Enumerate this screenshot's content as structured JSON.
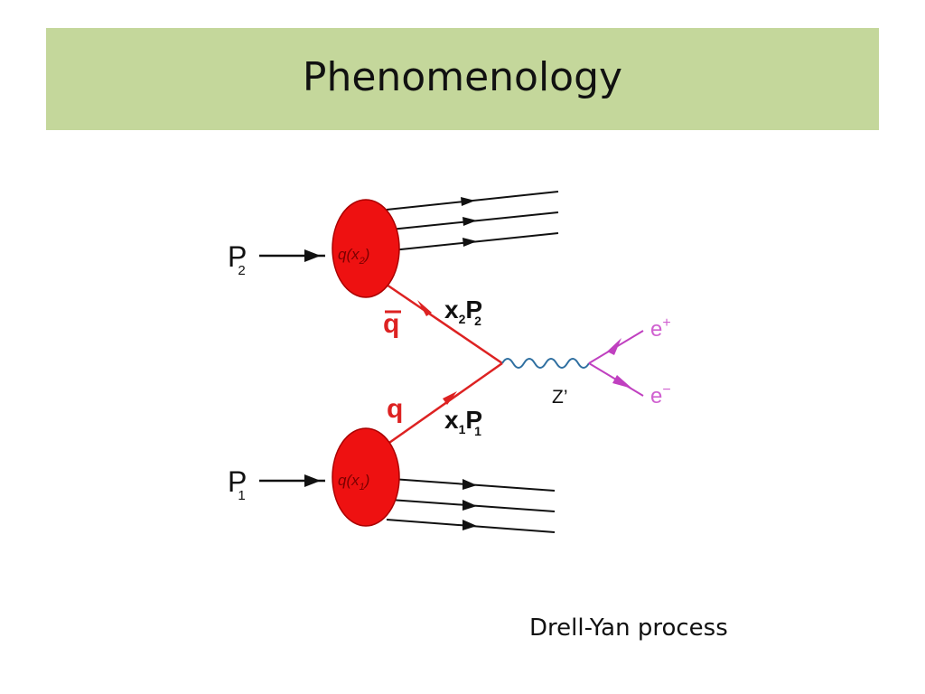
{
  "slide": {
    "title": "Phenomenology",
    "caption": "Drell-Yan process"
  },
  "diagram": {
    "labels": {
      "proton_top": "P",
      "proton_top_sub": "2",
      "proton_bottom": "P",
      "proton_bottom_sub": "1",
      "blob_top": "q(x",
      "blob_top_sub": "2",
      "blob_top_end": ")",
      "blob_bottom": "q(x",
      "blob_bottom_sub": "1",
      "blob_bottom_end": ")",
      "antiquark": "q",
      "quark": "q",
      "momentum_top": "x",
      "momentum_top_sub": "2",
      "momentum_top_p": "P",
      "momentum_top_p_sub": "2",
      "momentum_bottom": "x",
      "momentum_bottom_sub": "1",
      "momentum_bottom_p": "P",
      "momentum_bottom_p_sub": "1",
      "boson": "Z’",
      "positron": "e",
      "positron_sup": "+",
      "electron": "e",
      "electron_sup": "−"
    },
    "colors": {
      "blob": "#ee1111",
      "quark_line": "#dd2222",
      "boson_line": "#2f6fa0",
      "lepton_line": "#c040c0",
      "hadron_line": "#111111"
    }
  }
}
